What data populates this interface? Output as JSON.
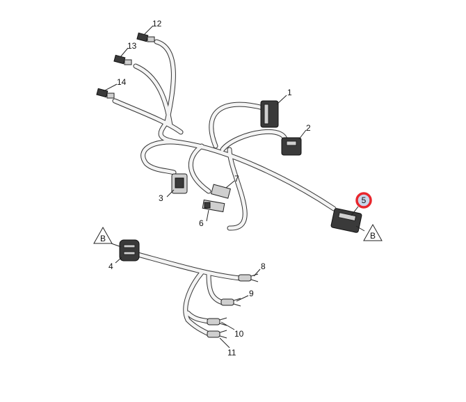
{
  "callouts": {
    "c1": "1",
    "c2": "2",
    "c3": "3",
    "c4": "4",
    "c5": "5",
    "c6": "6",
    "c7": "7",
    "c8": "8",
    "c9": "9",
    "c10": "10",
    "c11": "11",
    "c12": "12",
    "c13": "13",
    "c14": "14"
  },
  "references": {
    "b_left": "B",
    "b_right": "B"
  },
  "highlight": {
    "item": "5",
    "ring_color": "#e8262d",
    "fill_color": "#c9d6ea"
  }
}
